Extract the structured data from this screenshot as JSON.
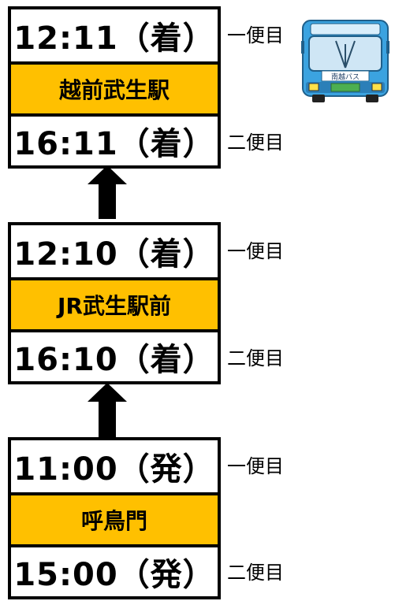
{
  "stops": [
    {
      "arrival_1": "12:11（着）",
      "station": "越前武生駅",
      "arrival_2": "16:11（着）"
    },
    {
      "arrival_1": "12:10（着）",
      "station": "JR武生駅前",
      "arrival_2": "16:10（着）"
    },
    {
      "arrival_1": "11:00（発）",
      "station": "呼鳥門",
      "arrival_2": "15:00（発）"
    }
  ],
  "labels": {
    "first": "一便目",
    "second": "二便目"
  },
  "bus": {
    "sign": "南越バス"
  },
  "colors": {
    "station_fill": "#FFC000",
    "border": "#000000",
    "bus_body": "#3BA3E0"
  }
}
